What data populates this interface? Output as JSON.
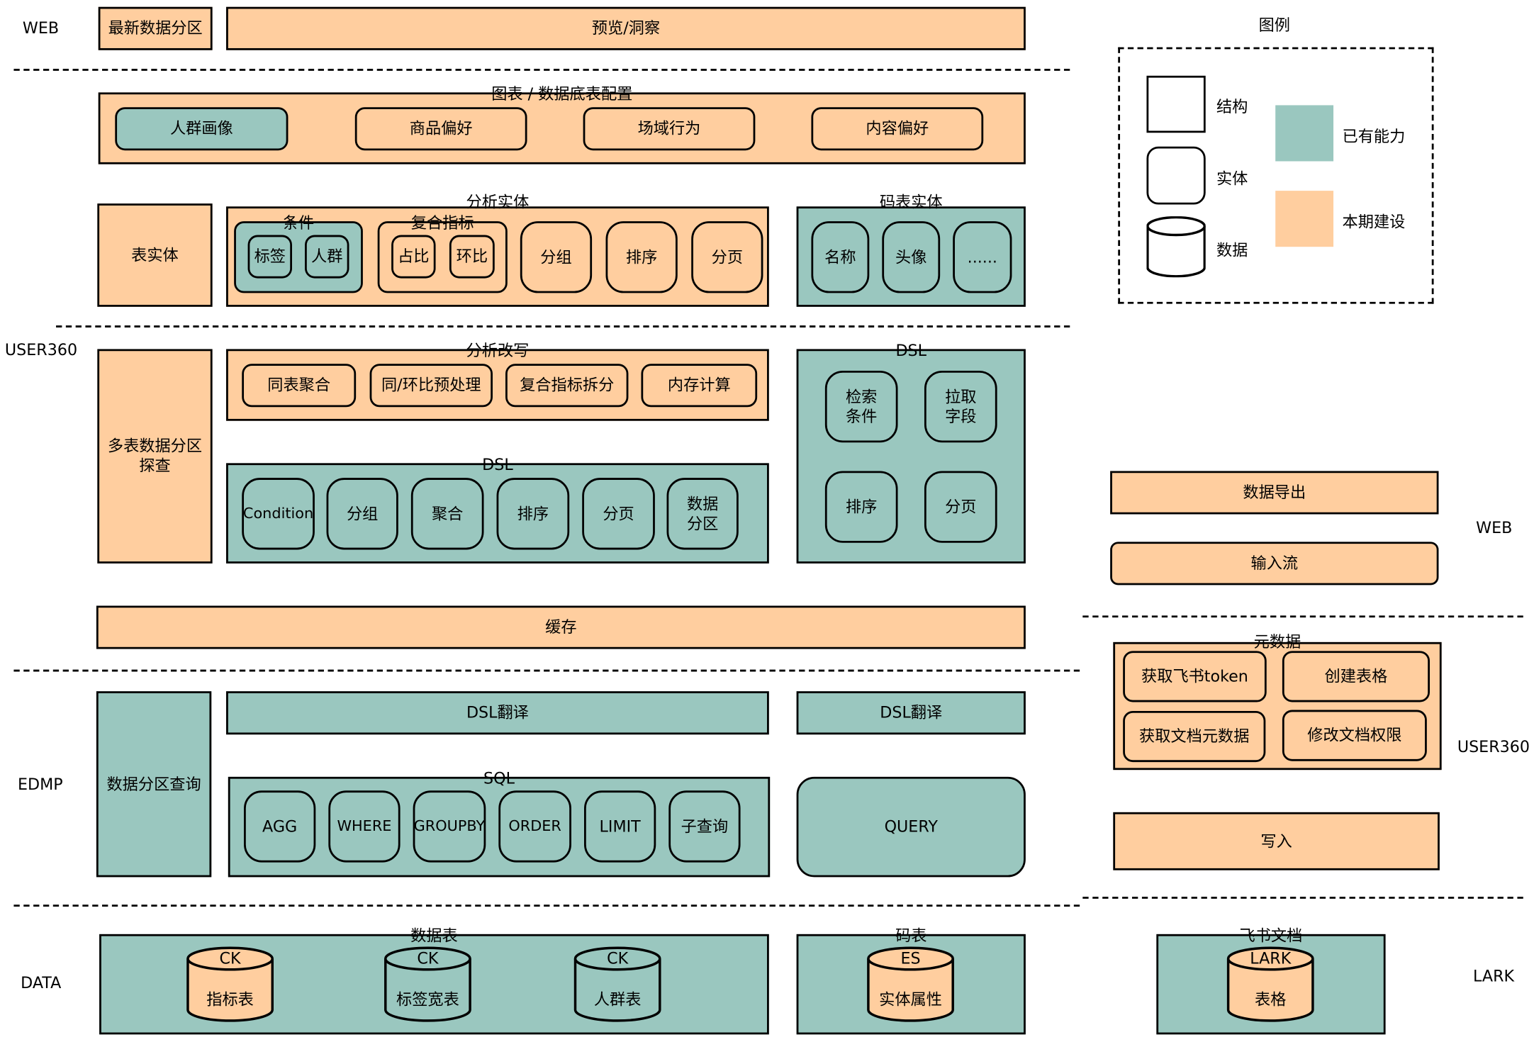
{
  "colors": {
    "existing_capability": "#9AC7BF",
    "current_build": "#FFCE9F",
    "border": "#000000"
  },
  "layers": {
    "web_left": "WEB",
    "user360_left": "USER360",
    "edmp": "EDMP",
    "data": "DATA",
    "web_right": "WEB",
    "user360_right": "USER360",
    "lark": "LARK"
  },
  "web": {
    "latest_partition": "最新数据分区",
    "preview_insight": "预览/洞察"
  },
  "chart_config": {
    "title": "图表 / 数据底表配置",
    "items": [
      "人群画像",
      "商品偏好",
      "场域行为",
      "内容偏好"
    ]
  },
  "table_entity": "表实体",
  "analysis_entity": {
    "title": "分析实体",
    "condition": {
      "title": "条件",
      "items": [
        "标签",
        "人群"
      ]
    },
    "composite_metric": {
      "title": "复合指标",
      "items": [
        "占比",
        "环比"
      ]
    },
    "items": [
      "分组",
      "排序",
      "分页"
    ]
  },
  "code_table_entity": {
    "title": "码表实体",
    "items": [
      "名称",
      "头像",
      "......"
    ]
  },
  "multi_table_probe": "多表数据分区探查",
  "analysis_rewrite": {
    "title": "分析改写",
    "items": [
      "同表聚合",
      "同/环比预处理",
      "复合指标拆分",
      "内存计算"
    ]
  },
  "dsl_main": {
    "title": "DSL",
    "items": [
      "Condition",
      "分组",
      "聚合",
      "排序",
      "分页",
      "数据分区"
    ]
  },
  "dsl_right": {
    "title": "DSL",
    "items": [
      "检索条件",
      "拉取字段",
      "排序",
      "分页"
    ]
  },
  "cache": "缓存",
  "edmp": {
    "partition_query": "数据分区查询",
    "dsl_translate_main": "DSL翻译",
    "dsl_translate_right": "DSL翻译",
    "sql": {
      "title": "SQL",
      "items": [
        "AGG",
        "WHERE",
        "GROUPBY",
        "ORDER",
        "LIMIT",
        "子查询"
      ]
    },
    "query": "QUERY"
  },
  "data_layer": {
    "data_tables": {
      "title": "数据表",
      "items": [
        {
          "engine": "CK",
          "name": "指标表",
          "status": "current_build"
        },
        {
          "engine": "CK",
          "name": "标签宽表",
          "status": "existing_capability"
        },
        {
          "engine": "CK",
          "name": "人群表",
          "status": "existing_capability"
        }
      ]
    },
    "code_table": {
      "title": "码表",
      "items": [
        {
          "engine": "ES",
          "name": "实体属性",
          "status": "current_build"
        }
      ]
    },
    "lark_docs": {
      "title": "飞书文档",
      "items": [
        {
          "engine": "LARK",
          "name": "表格",
          "status": "current_build"
        }
      ]
    }
  },
  "right_panel": {
    "data_export": "数据导出",
    "input_stream": "输入流",
    "metadata": {
      "title": "元数据",
      "items": [
        "获取飞书token",
        "创建表格",
        "获取文档元数据",
        "修改文档权限"
      ]
    },
    "write": "写入"
  },
  "legend": {
    "title": "图例",
    "structure": "结构",
    "entity": "实体",
    "data": "数据",
    "existing": "已有能力",
    "current": "本期建设"
  }
}
